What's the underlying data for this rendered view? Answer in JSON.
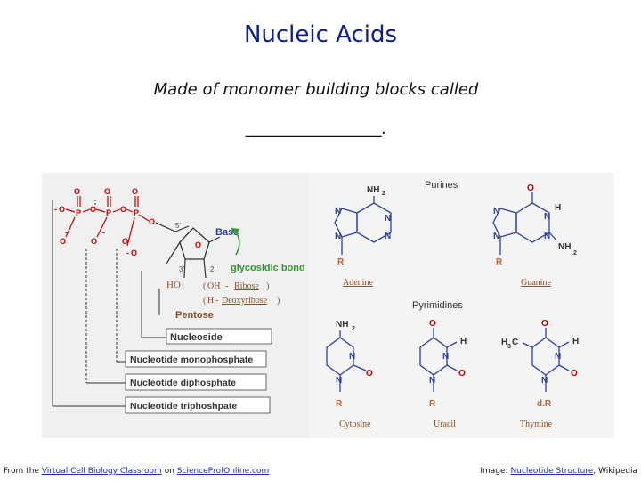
{
  "title": "Nucleic Acids",
  "subtitle": "Made of monomer building blocks called",
  "blank": "_________________.",
  "figure": {
    "left": {
      "base": "Base",
      "glycosidic": "glycosidic bond",
      "ho": "HO",
      "oh_label": "OH",
      "ribose": "Ribose",
      "h_label": "H",
      "deoxyribose": "Deoxyribose",
      "pentose": "Pentose",
      "c5": "5'",
      "c3": "3'",
      "c2": "2'",
      "nucleoside": "Nucleoside",
      "nmp": "Nucleotide monophosphate",
      "ndp": "Nucleotide diphosphate",
      "ntp": "Nucleotide triphoshpate"
    },
    "right": {
      "purines": "Purines",
      "pyrimidines": "Pyrimidines",
      "adenine": "Adenine",
      "guanine": "Guanine",
      "cytosine": "Cytosine",
      "uracil": "Uracil",
      "thymine": "Thymine",
      "nh2": "NH",
      "sub2": "2",
      "R": "R",
      "dR": "d.R",
      "O": "O",
      "N": "N",
      "H": "H",
      "h3c": "H",
      "h3c_tail": "C",
      "sub3": "3"
    }
  },
  "footer": {
    "left_pre": "From the",
    "left_link1": "Virtual Cell Biology Classroom",
    "left_mid": "on",
    "left_link2": "ScienceProfOnline.com",
    "right_pre": "Image:",
    "right_link": "Nucleotide Structure",
    "right_post": ", Wikipedia"
  }
}
